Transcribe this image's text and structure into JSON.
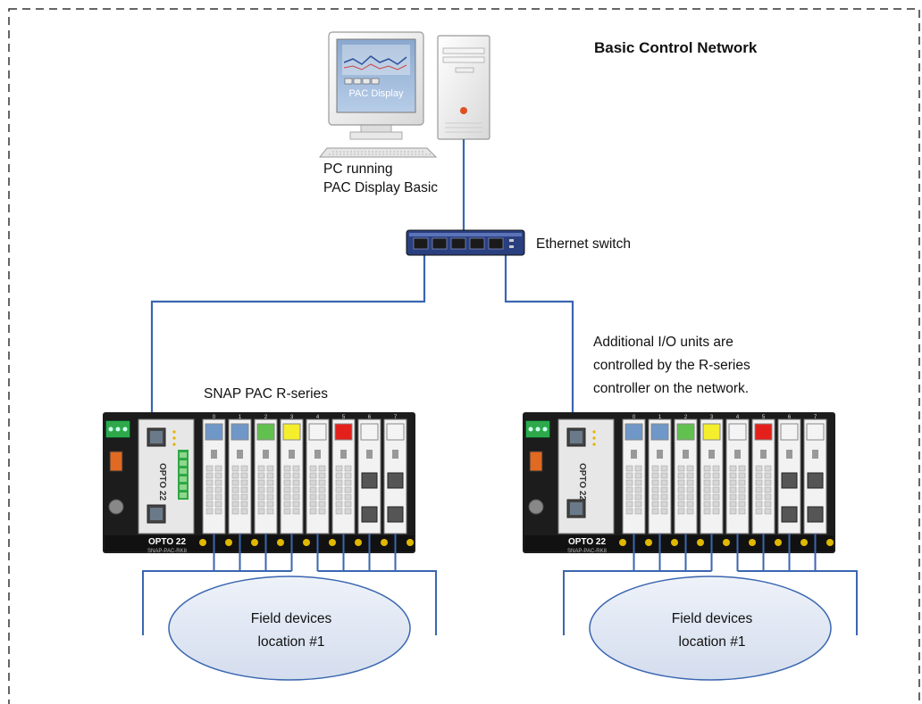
{
  "title": "Basic Control Network",
  "pc": {
    "screen_text": "PAC Display",
    "caption_line1": "PC running",
    "caption_line2": "PAC Display Basic"
  },
  "switch": {
    "label": "Ethernet switch"
  },
  "rack_left": {
    "label": "SNAP PAC R-series",
    "brand": "OPTO 22",
    "model": "SNAP-PAC-RK8",
    "module_numbers": [
      "0",
      "1",
      "2",
      "3",
      "4",
      "5",
      "6",
      "7"
    ]
  },
  "rack_right": {
    "note_line1": "Additional I/O units are",
    "note_line2": "controlled by the R-series",
    "note_line3": "controller on the network.",
    "brand": "OPTO 22",
    "model": "SNAP-PAC-RK8",
    "module_numbers": [
      "0",
      "1",
      "2",
      "3",
      "4",
      "5",
      "6",
      "7"
    ]
  },
  "field_left": {
    "line1": "Field devices",
    "line2": "location #1"
  },
  "field_right": {
    "line1": "Field devices",
    "line2": "location #1"
  },
  "colors": {
    "cable": "#3a66b0",
    "rack": "#1c1c1c",
    "module_blue": "#6f97c8",
    "module_green": "#62c04f",
    "module_yellow": "#f5ee2c",
    "module_red": "#e3201b",
    "module_white": "#f4f4f4",
    "ellipse_fill": "#dfe6f3",
    "border_dash": "#333333"
  }
}
